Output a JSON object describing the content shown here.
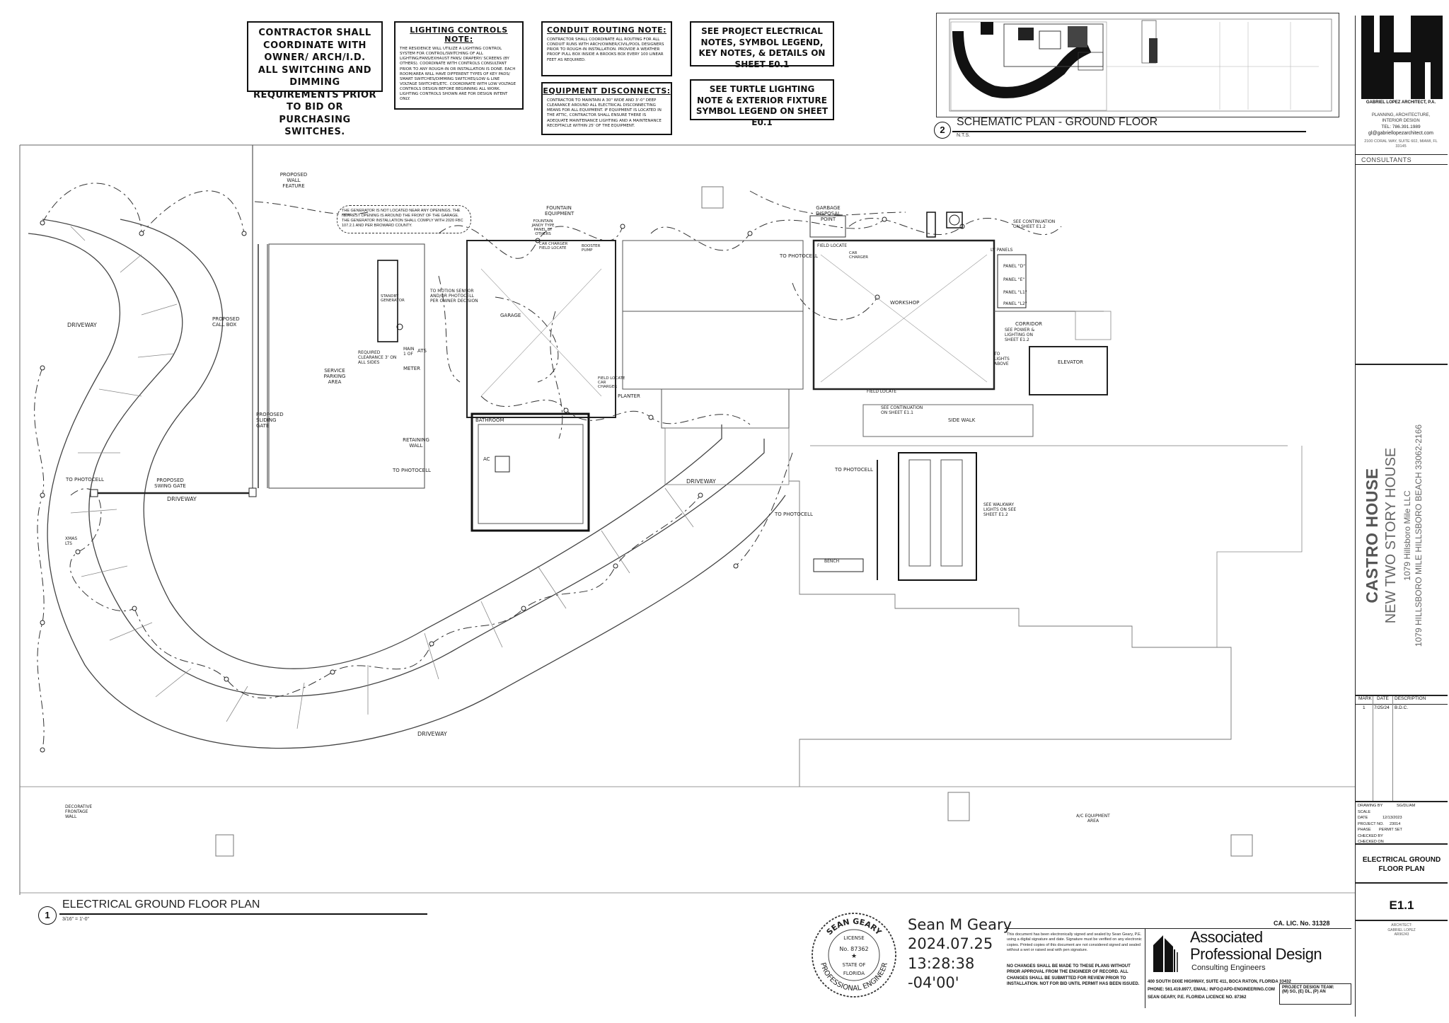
{
  "notes": {
    "contractor": "CONTRACTOR SHALL COORDINATE WITH OWNER/ ARCH/I.D. ALL SWITCHING AND DIMMING REQUIREMENTS PRIOR TO BID OR PURCHASING SWITCHES.",
    "lighting_controls_title": "LIGHTING CONTROLS NOTE:",
    "lighting_controls_body": "THE RESIDENCE WILL UTILIZE A LIGHTING CONTROL SYSTEM FOR CONTROL/SWITCHING OF ALL LIGHTING/FANS/EXHAUST FANS/ DRAPERY/ SCREENS (BY OTHERS). COORDINATE WITH CONTROLS CONSULTANT PRIOR TO ANY ROUGH-IN OR INSTALLATION IS DONE. EACH ROOM/AREA WILL HAVE DIFFERENT TYPES OF KEY PADS/ SMART SWITCHES/DIMMING SWITCHES/LOW & LINE VOLTAGE SWITCHES/ETC. COORDINATE WITH LOW VOLTAGE CONTROLS DESIGN BEFORE BEGINNING ALL WORK. LIGHTING CONTROLS SHOWN ARE FOR DESIGN INTENT ONLY.",
    "conduit_title": "CONDUIT ROUTING NOTE:",
    "conduit_body": "CONTRACTOR SHALL COORDINATE ALL ROUTING FOR ALL CONDUIT RUNS WITH ARCH/OWNER/CIVIL/POOL DESIGNERS PRIOR TO ROUGH-IN INSTALLATION. PROVIDE A WEATHER PROOF PULL BOX INSIDE A BROOKS BOX EVERY 100 LINEAR FEET AS REQUIRED.",
    "disconnects_title": "EQUIPMENT DISCONNECTS:",
    "disconnects_body": "CONTRACTOR TO MAINTAIN A 30\" WIDE AND 3'-0\" DEEP CLEARANCE AROUND ALL ELECTRICAL DISCONNECTING MEANS FOR ALL EQUIPMENT. IF EQUIPMENT IS LOCATED IN THE ATTIC, CONTRACTOR SHALL ENSURE THERE IS ADEQUATE MAINTENANCE LIGHTING AND A MAINTENANCE RECEPTACLE WITHIN 25' OF THE EQUIPMENT.",
    "project_electrical": "SEE PROJECT ELECTRICAL NOTES, SYMBOL LEGEND, KEY NOTES, & DETAILS ON SHEET E0.1",
    "turtle": "SEE TURTLE LIGHTING NOTE & EXTERIOR FIXTURE SYMBOL LEGEND ON SHEET E0.1"
  },
  "schematic": {
    "number": "2",
    "title": "SCHEMATIC PLAN - GROUND FLOOR",
    "scale": "N.T.S."
  },
  "main_plan": {
    "number": "1",
    "title": "ELECTRICAL GROUND FLOOR PLAN",
    "scale": "3/16\" = 1'-0\""
  },
  "plan_labels": {
    "driveway_w": "DRIVEWAY",
    "driveway_gate": "DRIVEWAY",
    "driveway_bottom": "DRIVEWAY",
    "driveway_center": "DRIVEWAY",
    "proposed_wall": "PROPOSED WALL FEATURE",
    "generator_note": "THE GENERATOR IS NOT LOCATED NEAR ANY OPENINGS. THE NEAREST OPENING IS AROUND THE FRONT OF THE GARAGE. THE GENERATOR INSTALLATION SHALL COMPLY WITH 2020 FBC 107.2.1 AND PER BROWARD COUNTY.",
    "standby_generator": "STANDBY GENERATOR",
    "call_box": "PROPOSED CALL BOX",
    "service_parking": "SERVICE PARKING AREA",
    "required_clearance": "REQUIRED CLEARANCE 3' ON ALL SIDES",
    "meter": "METER",
    "main": "MAIN 1 OF",
    "ats": "ATS",
    "motion_sensor": "TO MOTION SENSOR AND/OR PHOTOCELL PER OWNER DECISION",
    "sliding_gate": "PROPOSED SLIDING GATE",
    "retaining_wall": "RETAINING WALL",
    "swing_gate": "PROPOSED SWING GATE",
    "to_photocell_1": "TO PHOTOCELL",
    "to_photocell_2": "TO PHOTOCELL",
    "to_photocell_3": "TO PHOTOCELL",
    "to_photocell_4": "TO PHOTOCELL",
    "to_photocell_5": "TO PHOTOCELL",
    "fountain_equipment": "FOUNTAIN EQUIPMENT",
    "fountain_panel": "FOUNTAIN JANDY TYPE PANEL BY OTHERS",
    "car_charger_1": "CAR CHARGER FIELD LOCATE",
    "car_charger_2": "FIELD LOCATE CAR CHARGER",
    "car_charger_3": "CAR CHARGER",
    "booster_pump": "BOOSTER PUMP",
    "garage": "GARAGE",
    "planter": "PLANTER",
    "bathroom": "BATHROOM",
    "ac": "AC",
    "garbage": "GARBAGE DISPOSAL POINT",
    "workshop": "WORKSHOP",
    "field_locate_1": "FIELD LOCATE",
    "field_locate_2": "FIELD LOCATE",
    "see_cont_e12": "SEE CONTINUATION ON SHEET E1.2",
    "see_cont_e11": "SEE CONTINUATION ON SHEET E1.1",
    "panel_lv": "LV PANELS",
    "panel_d": "PANEL \"D\"",
    "panel_e": "PANEL \"E\"",
    "panel_l1": "PANEL \"L1\"",
    "panel_l2": "PANEL \"L2\"",
    "corridor": "CORRIDOR",
    "corridor_note": "SEE POWER & LIGHTING ON SHEET E1.2",
    "to_lights_above": "TO LIGHTS ABOVE",
    "elevator": "ELEVATOR",
    "side_walk": "SIDE WALK",
    "walkway_lights": "SEE WALKWAY LIGHTS ON SEE SHEET E1.2",
    "bench": "BENCH",
    "xmas_lts": "XMAS LTS",
    "decorative": "DECORATIVE FRONTAGE WALL",
    "ac_equipment": "A/C EQUIPMENT AREA"
  },
  "stamp": {
    "name_arc": "SEAN GEARY",
    "license": "LICENSE",
    "number": "No. 87362",
    "state": "STATE OF",
    "florida": "FLORIDA",
    "bottom_arc": "PROFESSIONAL ENGINEER"
  },
  "signature": {
    "name": "Sean M Geary",
    "date": "2024.07.25",
    "time": "13:28:38",
    "tz": "-04'00'"
  },
  "engineer": {
    "disclaimer": "This document has been electronically signed and sealed by Sean Geary, P.E. using a digital signature and date. Signature must be verified on any electronic copies. Printed copies of this document are not considered signed and sealed without a wet or raised seal with pen signature.",
    "changes": "NO CHANGES SHALL BE MADE TO THESE PLANS WITHOUT PRIOR APPROVAL FROM THE ENGINEER OF RECORD. ALL CHANGES SHALL BE SUBMITTED FOR REVIEW PRIOR TO INSTALLATION. NOT FOR BID UNTIL PERMIT HAS BEEN ISSUED.",
    "ca_lic": "CA. LIC. No. 31328",
    "firm_1": "Associated",
    "firm_2": "Professional Design",
    "firm_3": "Consulting Engineers",
    "address": "400 SOUTH DIXIE HIGHWAY, SUITE 411, BOCA RATON, FLORIDA 33432",
    "phone": "PHONE: 561.419.8977, EMAIL: INFO@APD-ENGINEERING.COM",
    "licence": "SEAN GEARY, P.E. FLORIDA LICENCE NO. 87362",
    "team_label": "PROJECT DESIGN TEAM:",
    "team": "(M) SG, (E) DL, (P) AN"
  },
  "title_block": {
    "firm": "GABRIEL LOPEZ ARCHITECT, P.A.",
    "services": "PLANNING, ARCHITECTURE, INTERIOR DESIGN",
    "tel": "TEL: 786.391.1989",
    "email": "gl@gabriellopezarchitect.com",
    "address": "2100 CORAL WAY, SUITE 602, MIAMI, FL 33145",
    "consultants": "CONSULTANTS",
    "project_name": "CASTRO HOUSE",
    "project_type": "NEW TWO STORY HOUSE",
    "owner": "1079 Hillsboro Mile LLC",
    "project_address": "1079 HILLSBORO MILE HILLSBORO BEACH 33062-2166",
    "rev_mark": "MARK",
    "rev_date": "DATE",
    "rev_desc": "DESCRIPTION",
    "rev1_mark": "1",
    "rev1_date": "7/25/24",
    "rev1_desc": "B.D.C.",
    "drawing_by_label": "DRAWING BY",
    "drawing_by": "SG/DL/AM",
    "scale_label": "SCALE",
    "date_label": "DATE",
    "date": "12/13/2023",
    "project_no_label": "PROJECT NO.",
    "project_no": "23014",
    "phase_label": "PHASE",
    "phase": "PERMIT SET",
    "checked_label": "CHECKED BY",
    "checked_on_label": "CHECKED ON",
    "sheet_title": "ELECTRICAL GROUND FLOOR PLAN",
    "sheet_number": "E1.1",
    "architect_label": "ARCHITECT:",
    "architect_name": "GABRIEL LOPEZ",
    "architect_no": "AR96243"
  },
  "colors": {
    "ink": "#111111",
    "line": "#555555",
    "faint": "#999999",
    "paper": "#ffffff"
  }
}
